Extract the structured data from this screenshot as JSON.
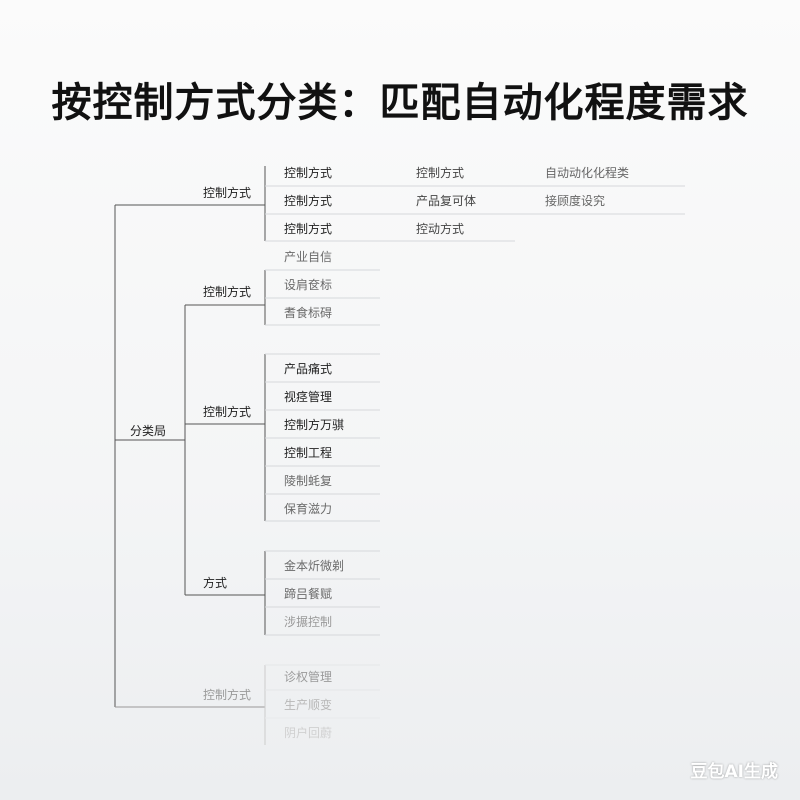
{
  "title": "按控制方式分类：匹配自动化程度需求",
  "root": "分类局",
  "branches": [
    {
      "label": "控制方式",
      "items": [
        {
          "col1": "控制方式",
          "col2": "控制方式",
          "col3": "自动动化化程类"
        },
        {
          "col1": "控制方式",
          "col2": "产品复可体",
          "col3": "接顾度设究"
        },
        {
          "col1": "控制方式",
          "col2": "控动方式",
          "col3": ""
        }
      ]
    },
    {
      "label": "控制方式",
      "items": [
        "产业自信",
        "设肩奁标",
        "耆食标碍"
      ]
    },
    {
      "label": "控制方式",
      "items": [
        "产品痛式",
        "视痉管理",
        "控制方万骐",
        "控制工程",
        "陵制蚝复",
        "保育滋力"
      ]
    },
    {
      "label": "方式",
      "items": [
        "金本炘微剃",
        "蹄吕餐赋",
        "涉搌控制"
      ]
    },
    {
      "label": "控制方式",
      "items": [
        "诊权管理",
        "生产顺变",
        "阴户回蔚"
      ]
    }
  ],
  "watermark": "豆包AI生成"
}
